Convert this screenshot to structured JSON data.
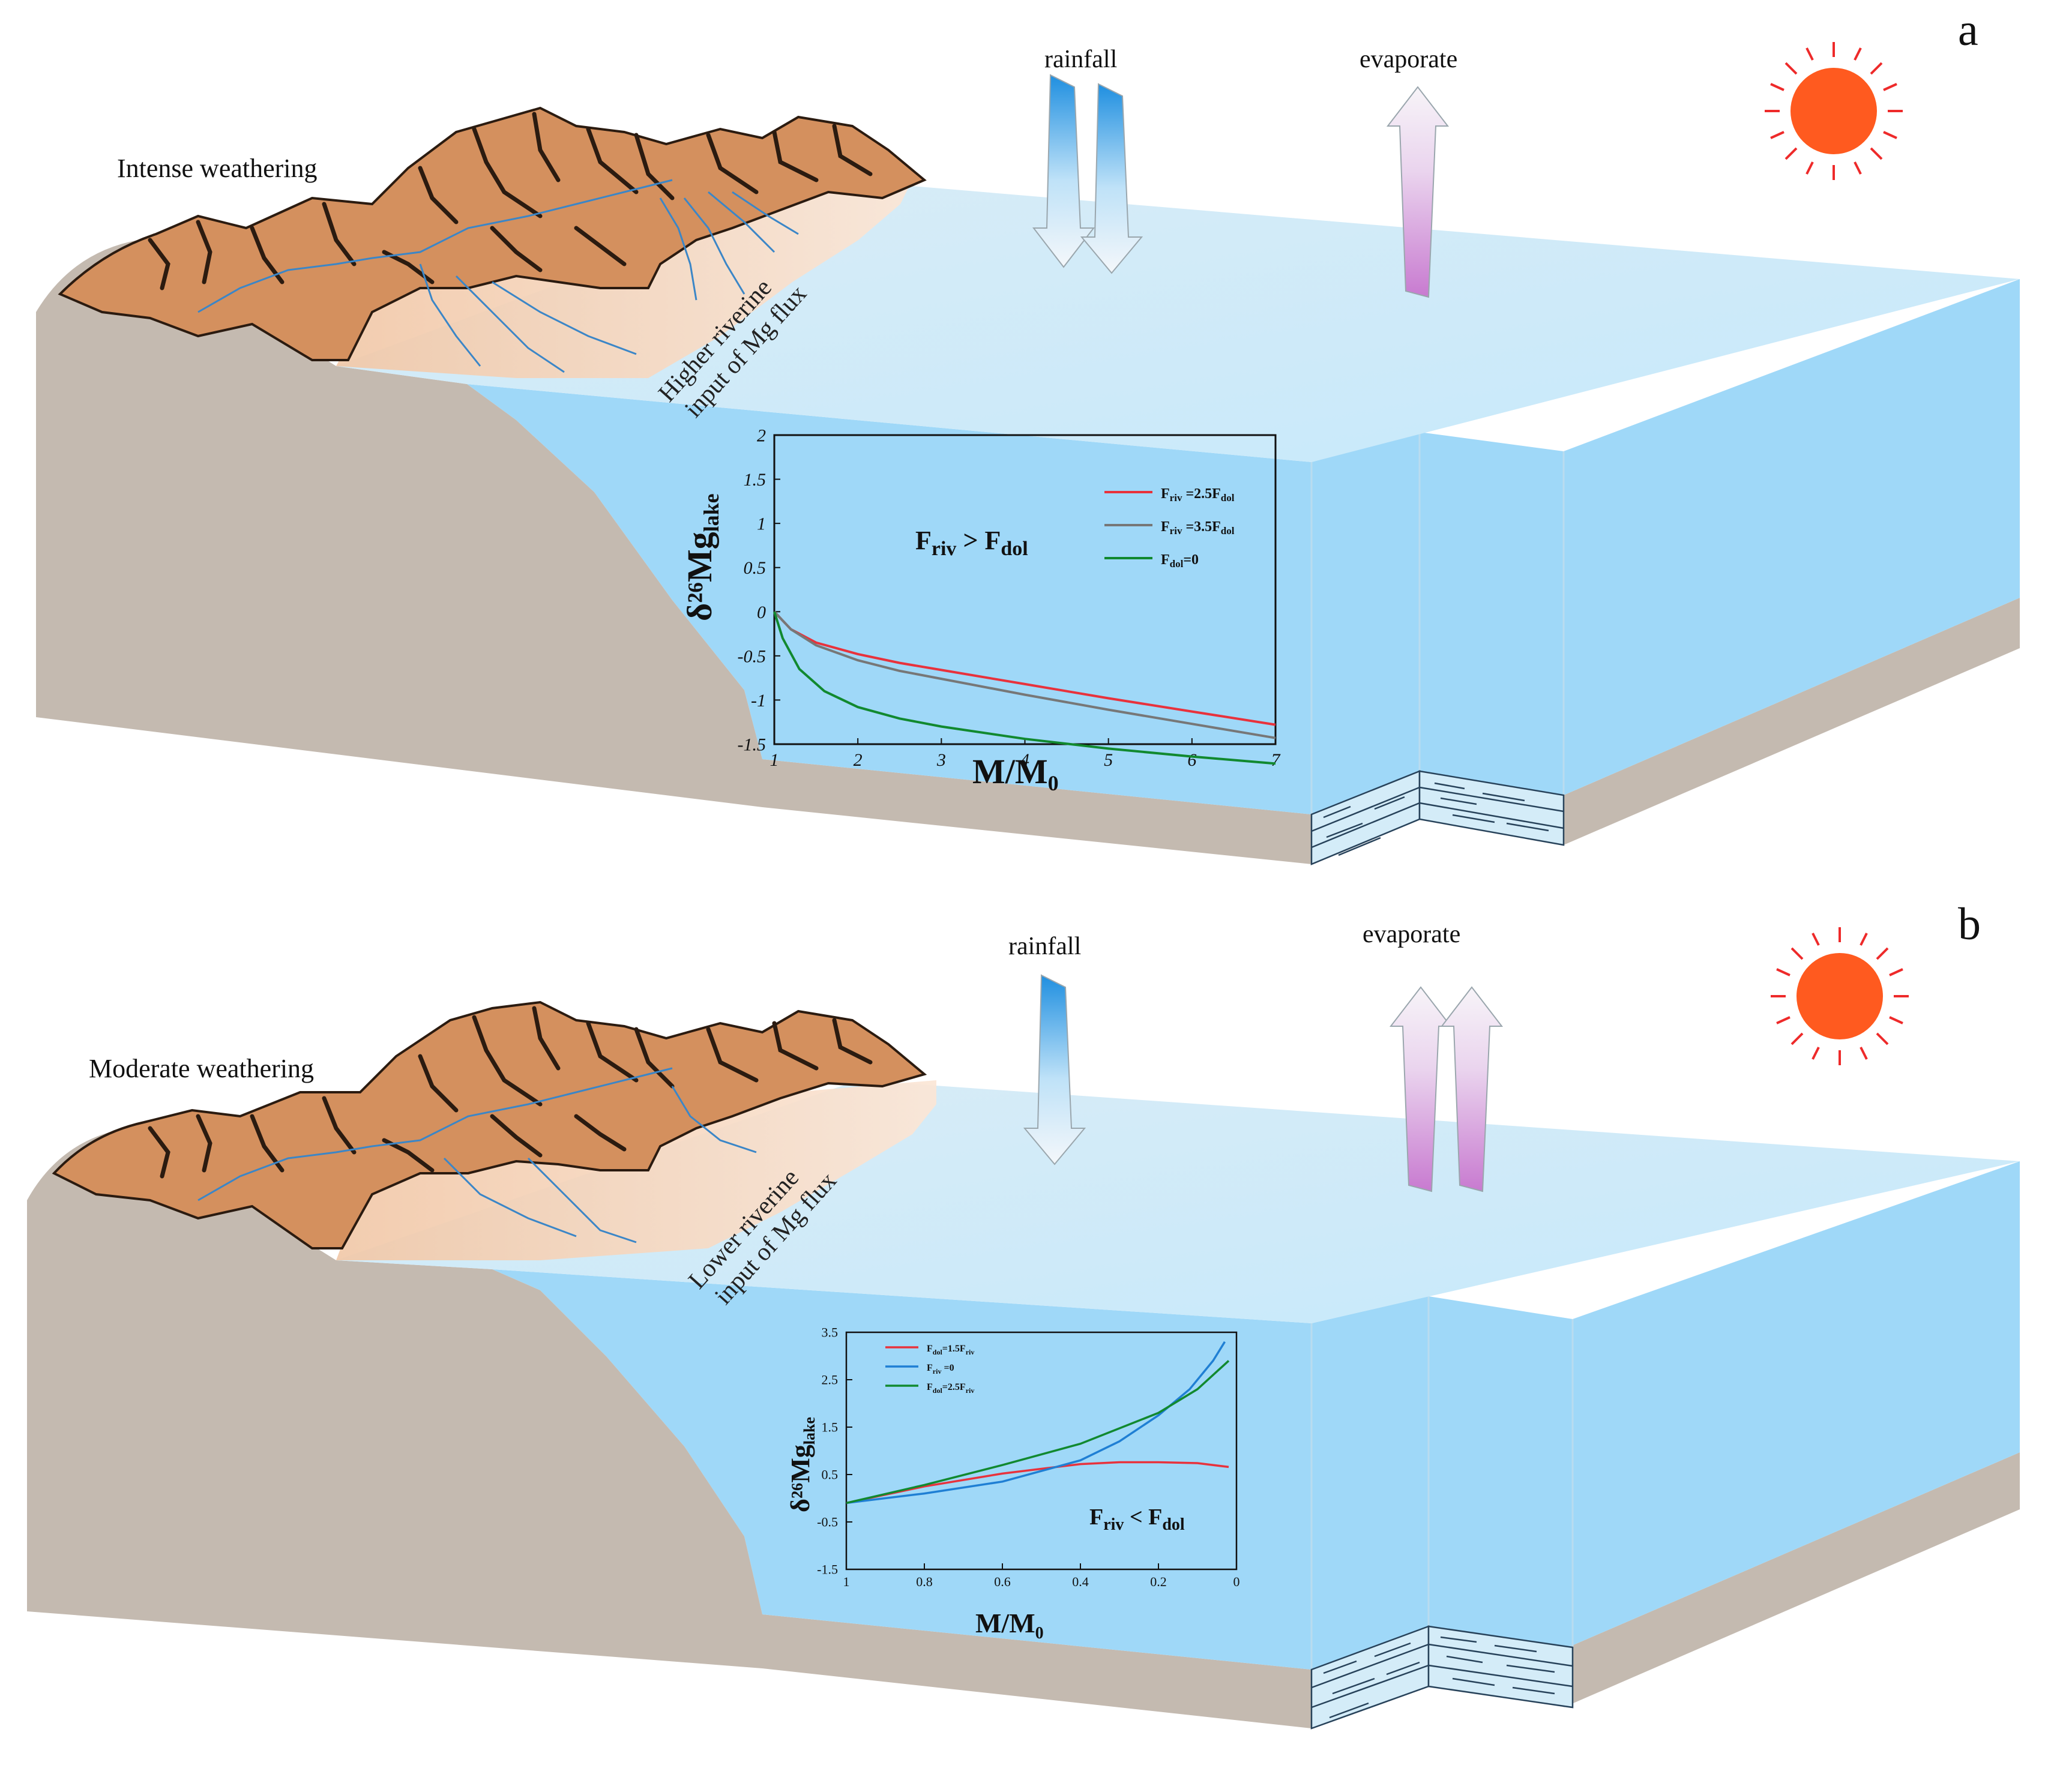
{
  "panels": [
    {
      "letter": "a",
      "weathering_label": "Intense weathering",
      "flux_label_line1": "Higher riverine",
      "flux_label_line2": "input of Mg flux",
      "rainfall_label": "rainfall",
      "evaporate_label": "evaporate",
      "rainfall_arrows": 2,
      "evaporate_arrows": 1,
      "condition_main": "F",
      "condition_sub1": "riv",
      "condition_op": " > F",
      "condition_sub2": "dol"
    },
    {
      "letter": "b",
      "weathering_label": "Moderate weathering",
      "flux_label_line1": "Lower riverine",
      "flux_label_line2": "input of Mg flux",
      "rainfall_label": "rainfall",
      "evaporate_label": "evaporate",
      "rainfall_arrows": 1,
      "evaporate_arrows": 2,
      "condition_main": "F",
      "condition_sub1": "riv",
      "condition_op": " < F",
      "condition_sub2": "dol"
    }
  ],
  "chart_data": [
    {
      "type": "line",
      "xlabel_main": "M/M",
      "xlabel_sub": "0",
      "ylabel_main": "δ²⁶Mg",
      "ylabel_sub": "lake",
      "xlim": [
        1,
        7
      ],
      "ylim": [
        -1.5,
        2
      ],
      "xticks": [
        "1",
        "2",
        "3",
        "4",
        "5",
        "6",
        "7"
      ],
      "yticks": [
        "2",
        "1.5",
        "1",
        "0.5",
        "0",
        "-0.5",
        "-1",
        "-1.5"
      ],
      "series": [
        {
          "name": "F_riv=2.5F_dol",
          "legend_main": "F",
          "legend_sub": "riv",
          "legend_rest": " =2.5F",
          "legend_sub2": "dol",
          "color": "#e8323c",
          "x": [
            1,
            1.2,
            1.5,
            2,
            2.5,
            3,
            4,
            5,
            6,
            7
          ],
          "y": [
            0,
            -0.2,
            -0.35,
            -0.48,
            -0.58,
            -0.66,
            -0.82,
            -0.98,
            -1.13,
            -1.28
          ]
        },
        {
          "name": "F_riv=3.5F_dol",
          "legend_main": "F",
          "legend_sub": "riv",
          "legend_rest": " =3.5F",
          "legend_sub2": "dol",
          "color": "#777777",
          "x": [
            1,
            1.2,
            1.5,
            2,
            2.5,
            3,
            4,
            5,
            6,
            7
          ],
          "y": [
            0,
            -0.2,
            -0.38,
            -0.55,
            -0.67,
            -0.76,
            -0.94,
            -1.11,
            -1.27,
            -1.43
          ]
        },
        {
          "name": "F_dol=0",
          "legend_main": "F",
          "legend_sub": "dol",
          "legend_rest": "=0",
          "legend_sub2": "",
          "color": "#11892f",
          "x": [
            1,
            1.1,
            1.3,
            1.6,
            2,
            2.5,
            3,
            4,
            5,
            6,
            7
          ],
          "y": [
            0,
            -0.3,
            -0.65,
            -0.9,
            -1.08,
            -1.21,
            -1.3,
            -1.44,
            -1.55,
            -1.64,
            -1.72
          ]
        }
      ]
    },
    {
      "type": "line",
      "xlabel_main": "M/M",
      "xlabel_sub": "0",
      "ylabel_main": "δ²⁶Mg",
      "ylabel_sub": "lake",
      "xlim": [
        1,
        0
      ],
      "ylim": [
        -1.5,
        3.5
      ],
      "xticks": [
        "1",
        "0.8",
        "0.6",
        "0.4",
        "0.2",
        "0"
      ],
      "yticks": [
        "3.5",
        "2.5",
        "1.5",
        "0.5",
        "-0.5",
        "-1.5"
      ],
      "series": [
        {
          "name": "F_dol=1.5F_riv",
          "legend_main": "F",
          "legend_sub": "dol",
          "legend_rest": "=1.5F",
          "legend_sub2": "riv",
          "color": "#e8323c",
          "x": [
            1,
            0.8,
            0.6,
            0.4,
            0.3,
            0.2,
            0.1,
            0.02
          ],
          "y": [
            -0.1,
            0.25,
            0.52,
            0.72,
            0.76,
            0.76,
            0.74,
            0.66
          ]
        },
        {
          "name": "F_riv=0",
          "legend_main": "F",
          "legend_sub": "riv",
          "legend_rest": " =0",
          "legend_sub2": "",
          "color": "#1f7fd4",
          "x": [
            1,
            0.8,
            0.6,
            0.4,
            0.3,
            0.2,
            0.12,
            0.06,
            0.03
          ],
          "y": [
            -0.1,
            0.1,
            0.35,
            0.8,
            1.2,
            1.75,
            2.3,
            2.9,
            3.3
          ]
        },
        {
          "name": "F_dol=2.5F_riv",
          "legend_main": "F",
          "legend_sub": "dol",
          "legend_rest": "=2.5F",
          "legend_sub2": "riv",
          "color": "#11892f",
          "x": [
            1,
            0.8,
            0.6,
            0.4,
            0.2,
            0.1,
            0.02
          ],
          "y": [
            -0.1,
            0.28,
            0.7,
            1.15,
            1.8,
            2.3,
            2.9
          ]
        }
      ]
    }
  ]
}
